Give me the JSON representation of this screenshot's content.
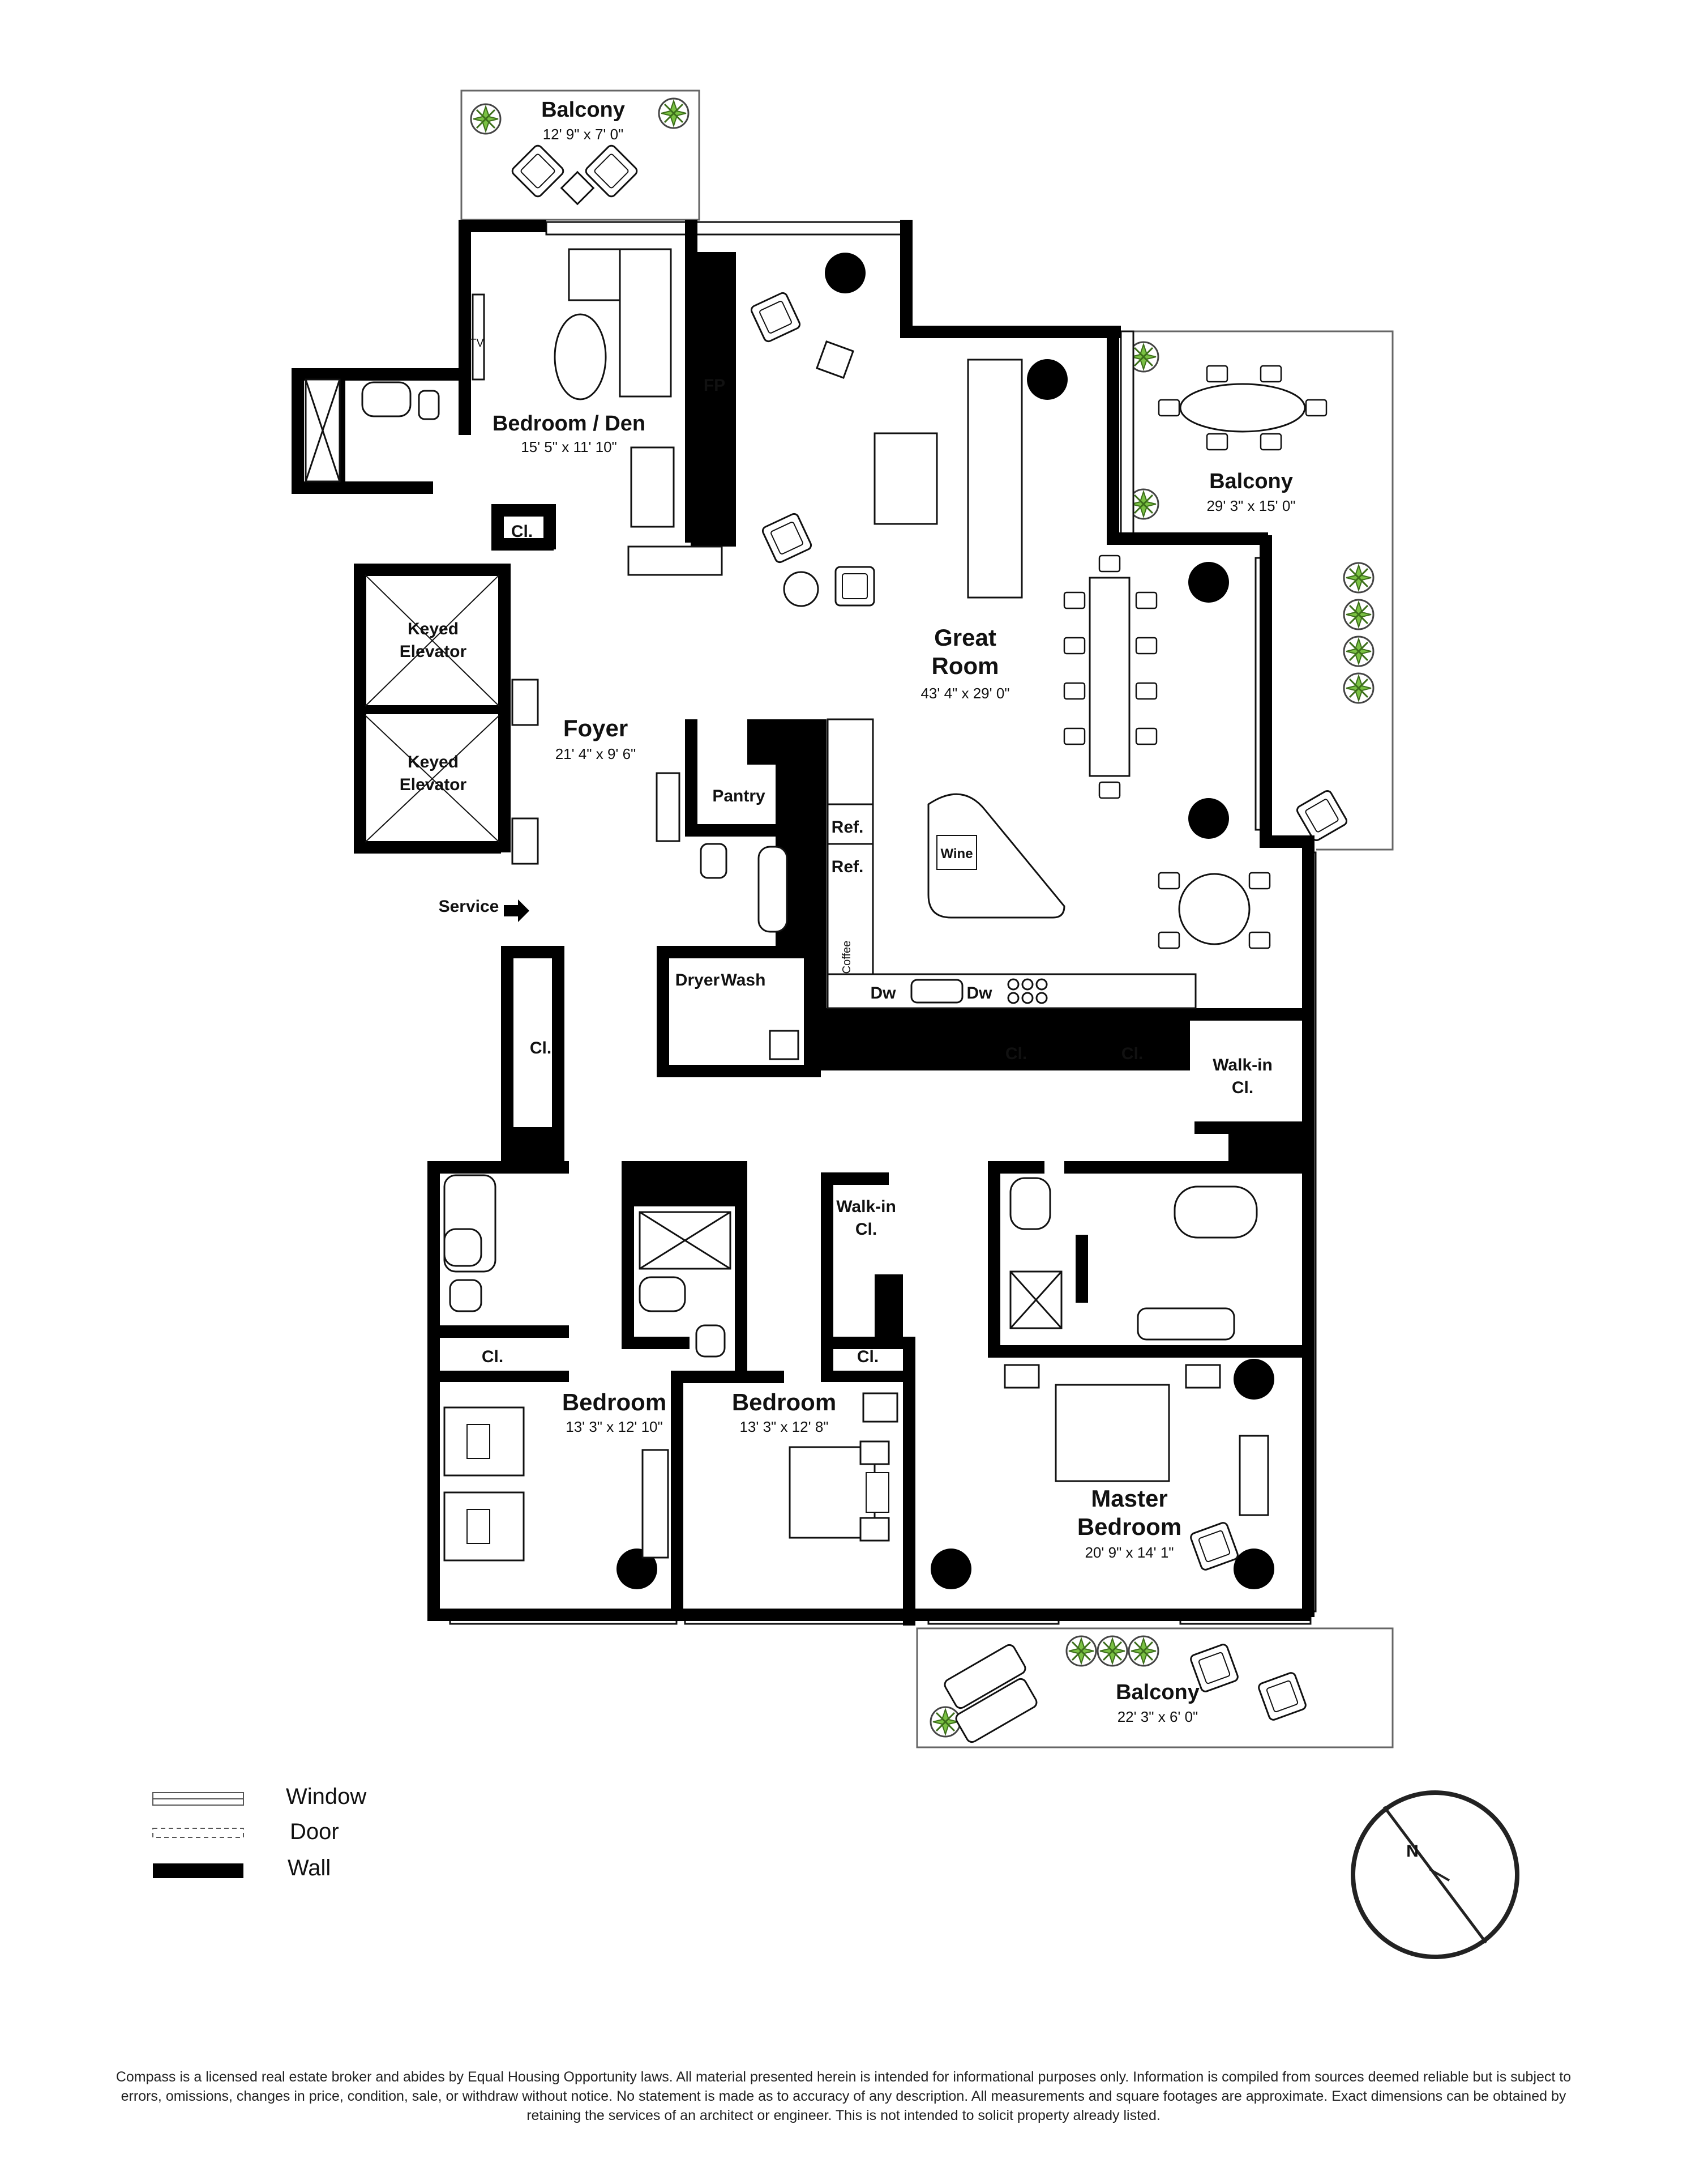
{
  "rooms": {
    "balcony_top": {
      "name": "Balcony",
      "dims": "12' 9\" x 7' 0\""
    },
    "bedroom_den": {
      "name": "Bedroom / Den",
      "dims": "15' 5\" x 11' 10\""
    },
    "great_room": {
      "name_1": "Great",
      "name_2": "Room",
      "dims": "43' 4\" x 29' 0\""
    },
    "balcony_east": {
      "name": "Balcony",
      "dims": "29' 3\" x 15' 0\""
    },
    "foyer": {
      "name": "Foyer",
      "dims": "21' 4\" x 9' 6\""
    },
    "bedroom_1": {
      "name": "Bedroom",
      "dims": "13' 3\" x 12' 10\""
    },
    "bedroom_2": {
      "name": "Bedroom",
      "dims": "13' 3\" x 12' 8\""
    },
    "master": {
      "name_1": "Master",
      "name_2": "Bedroom",
      "dims": "20' 9\" x 14' 1\""
    },
    "balcony_south": {
      "name": "Balcony",
      "dims": "22' 3\" x 6' 0\""
    }
  },
  "labels": {
    "keyed_elevator_1": "Keyed",
    "keyed_elevator_2": "Elevator",
    "closet": "Cl.",
    "walk_in_1": "Walk-in",
    "walk_in_2": "Cl.",
    "fireplace": "FP",
    "pantry": "Pantry",
    "ref": "Ref.",
    "coffee": "Coffee",
    "wine": "Wine",
    "dryer": "Dryer",
    "wash": "Wash",
    "dw": "Dw",
    "service": "Service",
    "tv": "TV",
    "compass_n": "N"
  },
  "legend": {
    "window": "Window",
    "door": "Door",
    "wall": "Wall"
  },
  "disclaimer": "Compass is a licensed real estate broker and abides by Equal Housing Opportunity laws. All material presented herein is intended for informational purposes only. Information is compiled from sources deemed reliable but is subject to errors, omissions, changes in price, condition, sale, or withdraw without notice. No statement is made as to accuracy of any description. All measurements and square footages are approximate. Exact dimensions can be obtained by retaining the services of an architect or engineer. This is not intended to solicit property already listed.",
  "colors": {
    "wall": "#000000",
    "plant": "#7ac143",
    "window_line": "#555555"
  }
}
